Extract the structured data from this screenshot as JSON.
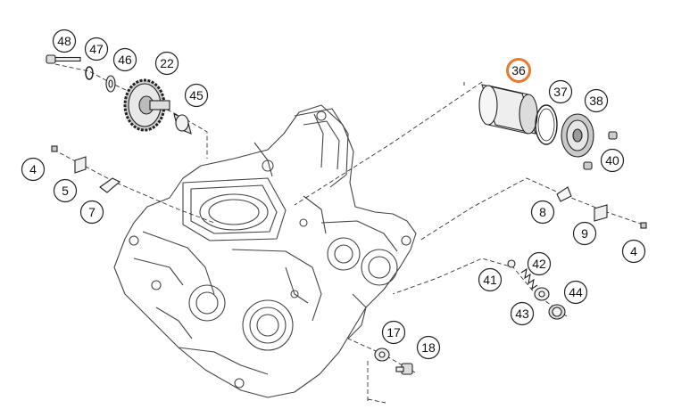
{
  "diagram": {
    "highlight_color": "#e8792e",
    "line_color": "#222222",
    "callouts": [
      {
        "id": "c48",
        "label": "48"
      },
      {
        "id": "c47",
        "label": "47"
      },
      {
        "id": "c46",
        "label": "46"
      },
      {
        "id": "c22",
        "label": "22"
      },
      {
        "id": "c45",
        "label": "45"
      },
      {
        "id": "c36",
        "label": "36",
        "highlighted": true
      },
      {
        "id": "c37",
        "label": "37"
      },
      {
        "id": "c38",
        "label": "38"
      },
      {
        "id": "c40",
        "label": "40"
      },
      {
        "id": "c4a",
        "label": "4"
      },
      {
        "id": "c5",
        "label": "5"
      },
      {
        "id": "c7",
        "label": "7"
      },
      {
        "id": "c8",
        "label": "8"
      },
      {
        "id": "c9",
        "label": "9"
      },
      {
        "id": "c4b",
        "label": "4"
      },
      {
        "id": "c41",
        "label": "41"
      },
      {
        "id": "c42",
        "label": "42"
      },
      {
        "id": "c43",
        "label": "43"
      },
      {
        "id": "c44",
        "label": "44"
      },
      {
        "id": "c17",
        "label": "17"
      },
      {
        "id": "c18",
        "label": "18"
      }
    ]
  }
}
